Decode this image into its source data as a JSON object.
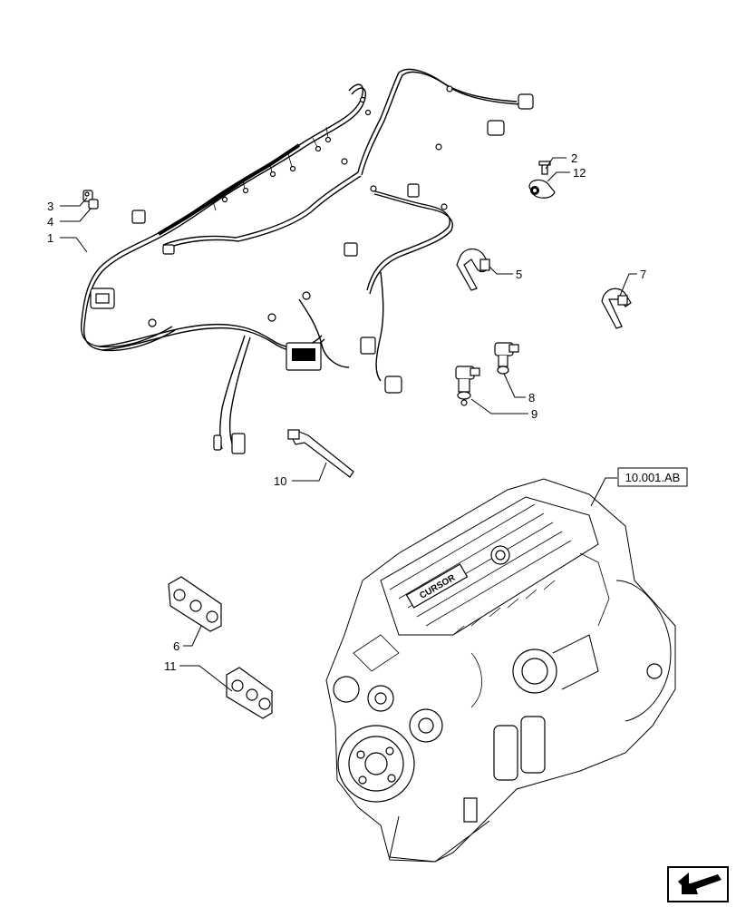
{
  "reference_box": "10.001.AB",
  "callouts": {
    "c1": "1",
    "c2": "2",
    "c3": "3",
    "c4": "4",
    "c5": "5",
    "c6": "6",
    "c7": "7",
    "c8": "8",
    "c9": "9",
    "c10": "10",
    "c11": "11",
    "c12": "12"
  },
  "engine_logo": "CURSOR",
  "nav_icon": "return-arrow-icon"
}
